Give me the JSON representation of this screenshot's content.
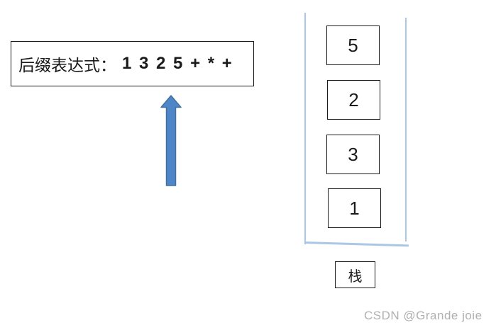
{
  "expression": {
    "label": "后缀表达式：",
    "value": "1 3 2 5 + * +"
  },
  "stack": {
    "items": [
      "5",
      "2",
      "3",
      "1"
    ],
    "label": "栈"
  },
  "watermark": "CSDN @Grande joie",
  "colors": {
    "arrow_fill": "#4E86C8",
    "arrow_border": "#41719C",
    "stack_line": "#A9C7E7",
    "box_border": "#1a1a1a",
    "text_color": "#1a1a1a",
    "watermark_color": "#b0b0b0"
  }
}
